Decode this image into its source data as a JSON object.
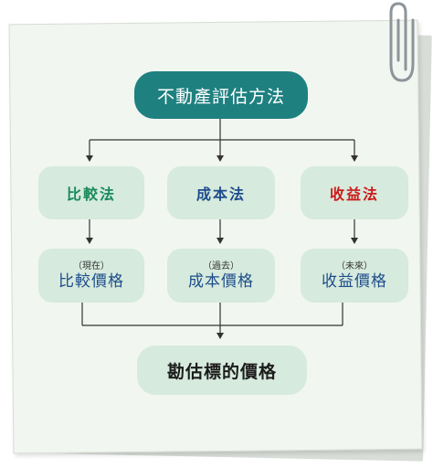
{
  "diagram": {
    "top_label": "不動產評估方法",
    "methods": [
      {
        "name": "比較法",
        "tag": "（現在）",
        "price": "比較價格",
        "color": "#1a8a5a"
      },
      {
        "name": "成本法",
        "tag": "（過去）",
        "price": "成本價格",
        "color": "#1e4d8c"
      },
      {
        "name": "收益法",
        "tag": "（未來）",
        "price": "收益價格",
        "color": "#cc1a1a"
      }
    ],
    "final_label": "勘估標的價格"
  },
  "colors": {
    "top_fill": "#1f8080",
    "box_fill": "#d6eadd",
    "paper": "#f1f6f0",
    "line": "#333333"
  },
  "icons": {
    "clip": "paperclip-icon"
  }
}
